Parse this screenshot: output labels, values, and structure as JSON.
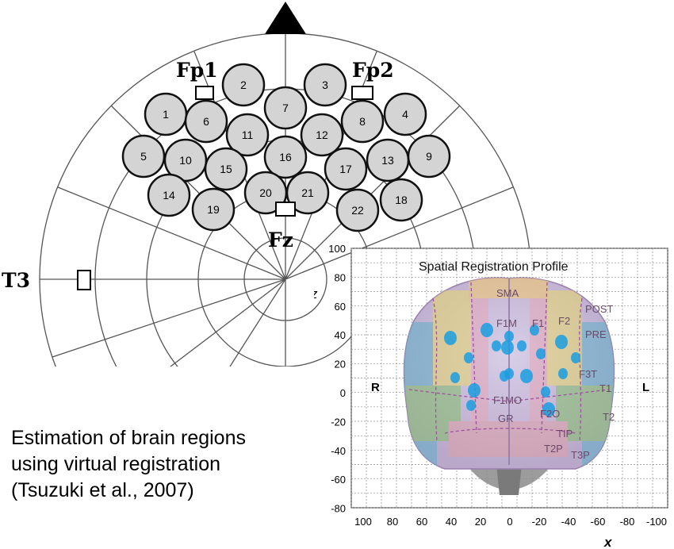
{
  "montage": {
    "electrodes": [
      "Fp1",
      "Fp2",
      "Fz",
      "T3"
    ],
    "channels": [
      "1",
      "2",
      "3",
      "4",
      "5",
      "6",
      "7",
      "8",
      "9",
      "10",
      "11",
      "12",
      "13",
      "14",
      "15",
      "16",
      "17",
      "18",
      "19",
      "20",
      "21",
      "22"
    ]
  },
  "caption": {
    "line1": "Estimation of brain regions",
    "line2": "using virtual registration",
    "line3": "(Tsuzuki et al., 2007)"
  },
  "profile": {
    "title": "Spatial Registration Profile",
    "x_axis_label": "x",
    "z_axis_label": "z",
    "x_ticks": [
      "100",
      "80",
      "60",
      "40",
      "20",
      "0",
      "-20",
      "-40",
      "-60",
      "-80",
      "-100"
    ],
    "z_ticks": [
      "100",
      "80",
      "60",
      "40",
      "20",
      "0",
      "-20",
      "-40",
      "-60",
      "-80"
    ],
    "side_right": "R",
    "side_left": "L",
    "regions": [
      "SMA",
      "POST",
      "F1M",
      "F1",
      "F2",
      "PRE",
      "F3T",
      "T1",
      "F1MO",
      "T2",
      "GR",
      "F2O",
      "TIP",
      "T2P",
      "T3P"
    ]
  },
  "colors": {
    "channel_fill": "#d4d4d4",
    "marker": "#1a9ee0",
    "grid": "#8c8c8c"
  }
}
